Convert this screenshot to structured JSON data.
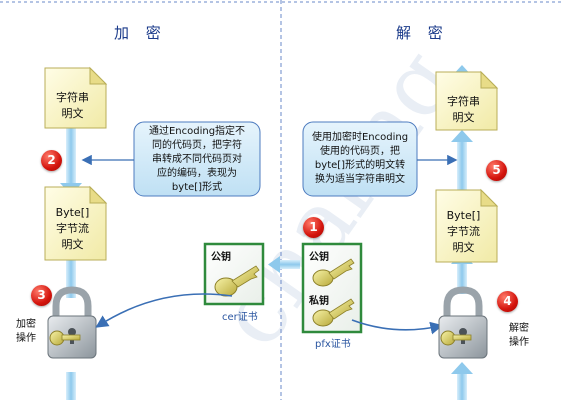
{
  "encrypt": {
    "title": "加 密",
    "doc_string": [
      "字符串",
      "明文"
    ],
    "doc_bytes": [
      "Byte[]",
      "字节流",
      "明文"
    ],
    "callout": [
      "通过Encoding指定不",
      "同的代码页，把字符",
      "串转成不同代码页对",
      "应的编码，表现为",
      "byte[]形式"
    ],
    "step_encode": "2",
    "step_encrypt": "3",
    "op_label": [
      "加密",
      "操作"
    ]
  },
  "decrypt": {
    "title": "解 密",
    "doc_string": [
      "字符串",
      "明文"
    ],
    "doc_bytes": [
      "Byte[]",
      "字节流",
      "明文"
    ],
    "callout": [
      "使用加密时Encoding",
      "使用的代码页，把",
      "byte[]形式的明文转",
      "换为适当字符串明文"
    ],
    "step_decode": "5",
    "step_decrypt": "4",
    "op_label": [
      "解密",
      "操作"
    ]
  },
  "cert": {
    "public_key_label": "公钥",
    "caption": "cer证书"
  },
  "pfx": {
    "public_key_label": "公钥",
    "private_key_label": "私钥",
    "caption": "pfx证书",
    "step": "1"
  },
  "colors": {
    "divider": "#6a88c8",
    "arrow_blue": "#3a6fb5",
    "flow_light": "#a9d6f0",
    "doc_fill": "#fbf7cf",
    "callout_fill": "#cfe8f7",
    "cert_green": "#2f8a3c",
    "badge_red": "#d4140d"
  },
  "icons": [
    "document-icon",
    "padlock-icon",
    "key-icon",
    "certificate-icon",
    "arrow-icon"
  ]
}
